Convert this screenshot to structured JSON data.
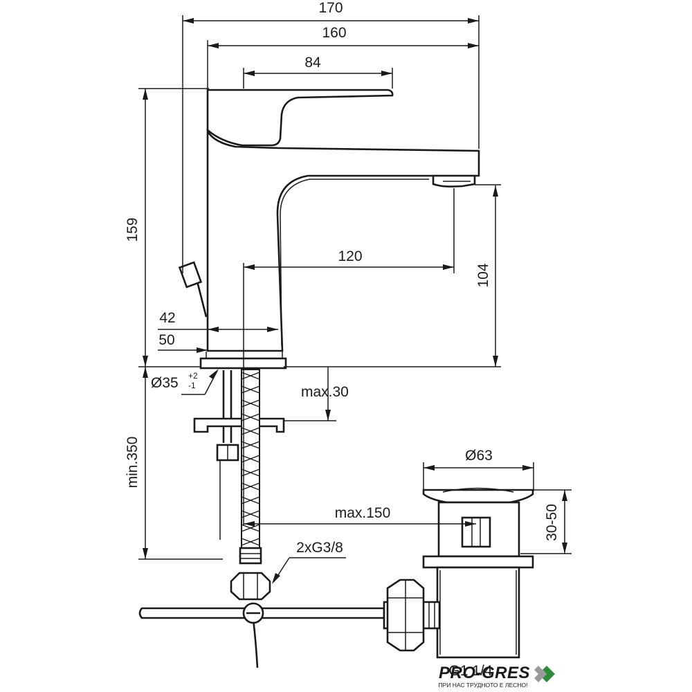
{
  "dimensions": {
    "d170": "170",
    "d160": "160",
    "d84": "84",
    "d159": "159",
    "d120": "120",
    "d104": "104",
    "d42": "42",
    "d50": "50",
    "d35": "Ø35",
    "d35_plus": "+2",
    "d35_minus": "-1",
    "max30": "max.30",
    "min350": "min.350",
    "d63": "Ø63",
    "max150": "max.150",
    "d30_50": "30-50",
    "g38": "2xG3/8",
    "g114": "G1 1/4"
  },
  "watermark": {
    "brand": "PRO-GRES",
    "tagline": "ПРИ НАС ТРУДНОТО Е ЛЕСНО!"
  },
  "colors": {
    "ink": "#1a1a1a",
    "watermark": "#4a4a4a",
    "watermark_accent": "#2e8b3a"
  }
}
